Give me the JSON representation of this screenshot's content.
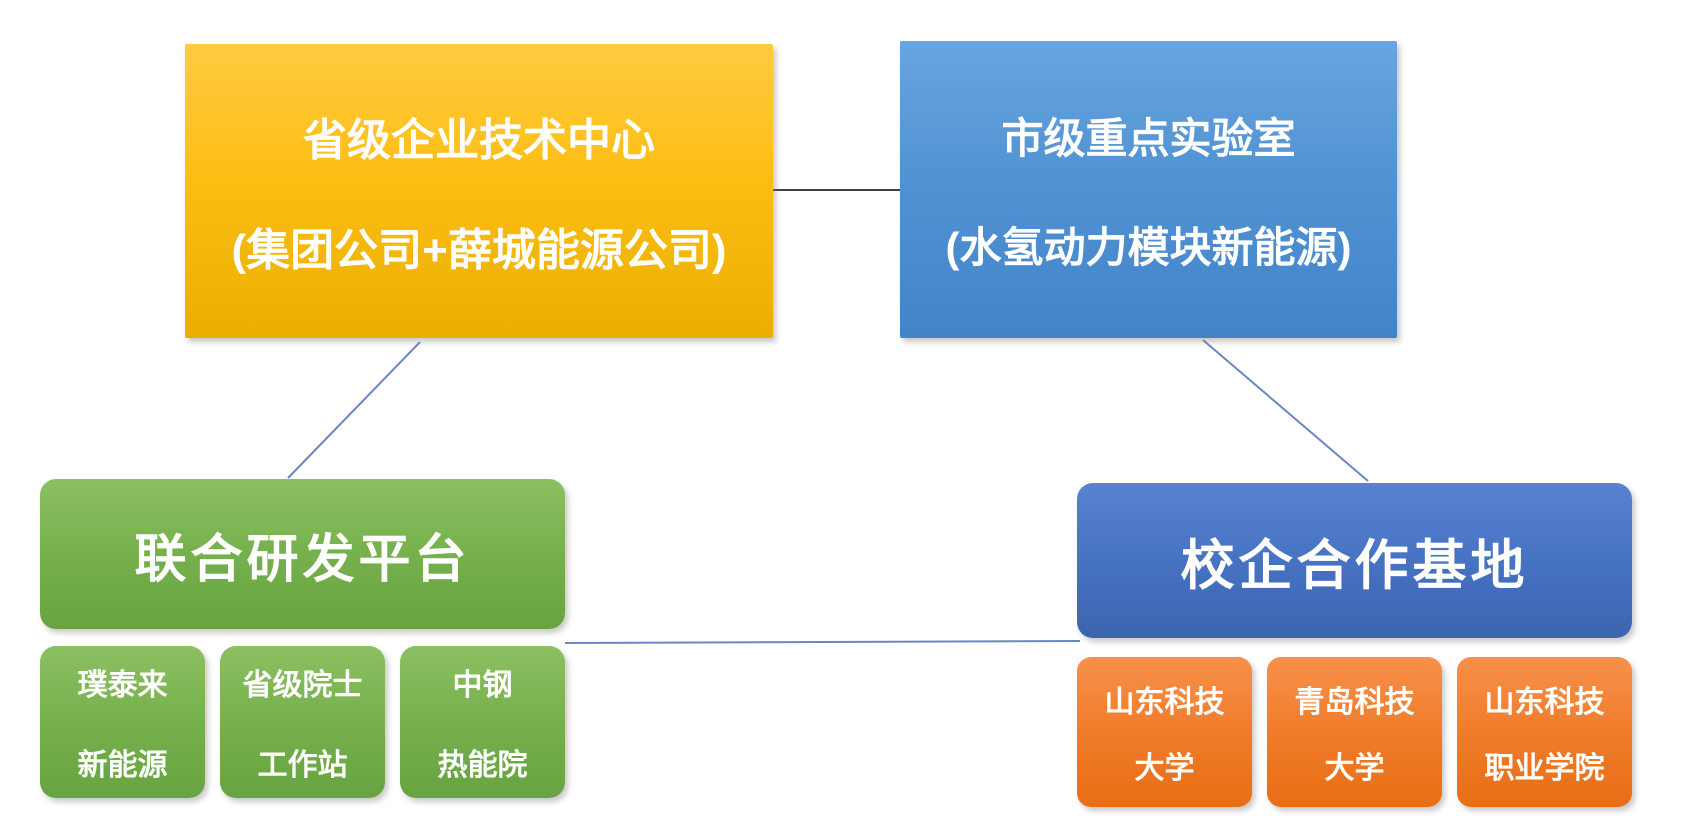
{
  "diagram": {
    "nodes": {
      "tech_center": {
        "line1": "省级企业技术中心",
        "line2": "(集团公司+薛城能源公司)"
      },
      "key_lab": {
        "line1": "市级重点实验室",
        "line2": "(水氢动力模块新能源)"
      },
      "rd_platform": {
        "label": "联合研发平台"
      },
      "coop_base": {
        "label": "校企合作基地"
      },
      "rd_partners": [
        {
          "line1": "璞泰来",
          "line2": "新能源"
        },
        {
          "line1": "省级院士",
          "line2": "工作站"
        },
        {
          "line1": "中钢",
          "line2": "热能院"
        }
      ],
      "coop_partners": [
        {
          "line1": "山东科技",
          "line2": "大学"
        },
        {
          "line1": "青岛科技",
          "line2": "大学"
        },
        {
          "line1": "山东科技",
          "line2": "职业学院"
        }
      ]
    },
    "colors": {
      "gold": "#FDBE14",
      "sky_blue": "#5193D2",
      "green": "#74AF4B",
      "royal_blue": "#4571C1",
      "orange": "#EF7A27",
      "text": "#FFFFFF",
      "connector_dark": "#404040",
      "connector_blue": "#6B86C3",
      "background": "#FFFFFF"
    }
  }
}
